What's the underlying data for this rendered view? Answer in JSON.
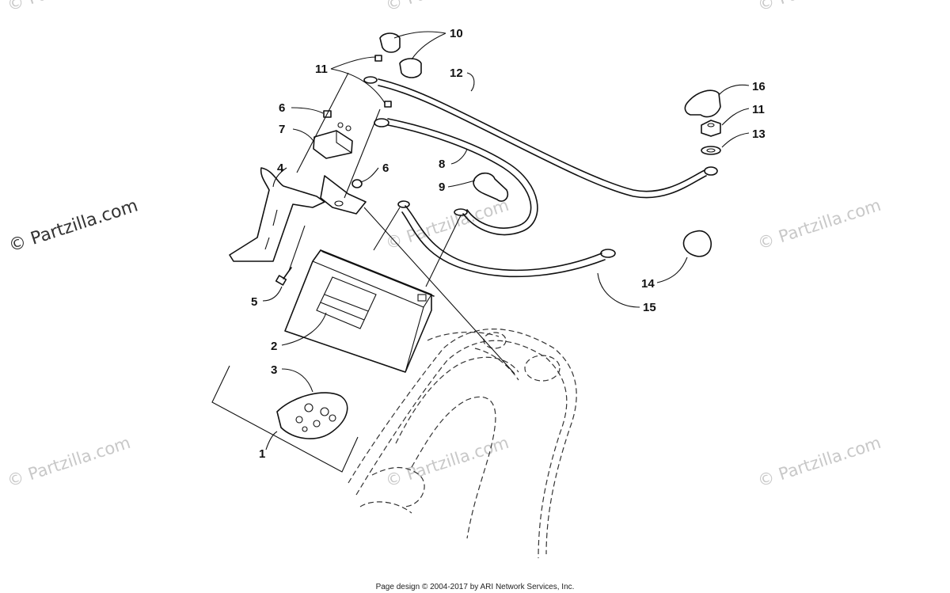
{
  "watermarks": {
    "main": "© Partzilla.com",
    "faint": "© Partzilla.com"
  },
  "callouts": {
    "c1": "1",
    "c2": "2",
    "c3": "3",
    "c4": "4",
    "c5": "5",
    "c6a": "6",
    "c6b": "6",
    "c7": "7",
    "c8": "8",
    "c9": "9",
    "c10": "10",
    "c11a": "11",
    "c11b": "11",
    "c12": "12",
    "c13": "13",
    "c14": "14",
    "c15": "15",
    "c16": "16"
  },
  "footer": "Page design © 2004-2017 by ARI Network Services, Inc.",
  "colors": {
    "line": "#111111",
    "watermark": "#c8c8c8"
  }
}
